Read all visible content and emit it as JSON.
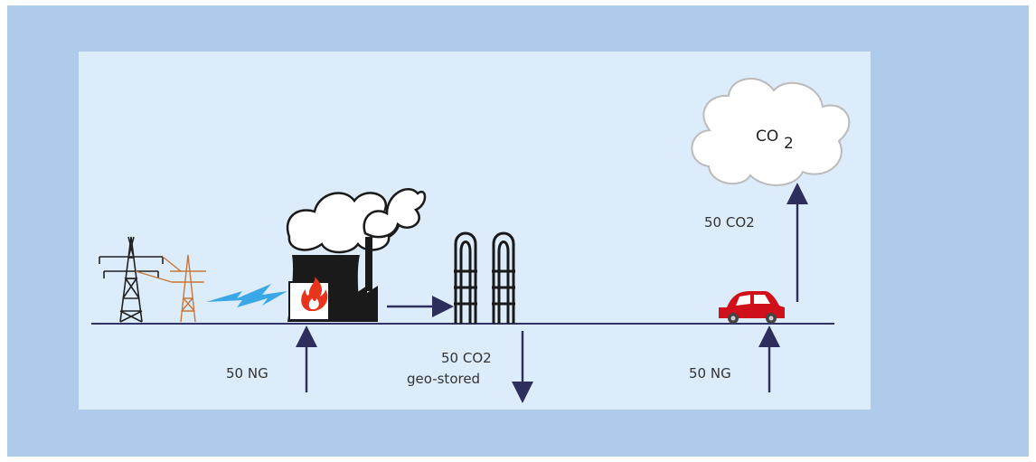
{
  "labels": {
    "plant_input": "50 NG",
    "stored_line1": "50 CO2",
    "stored_line2": "geo-stored",
    "car_input": "50 NG",
    "car_emission": "50 CO2",
    "cloud": "CO",
    "cloud_subscript": "2"
  },
  "colors": {
    "frame": "#aecbeb",
    "panel": "#dcecfa",
    "ground_line": "#333366",
    "arrow": "#2e2e5c",
    "car": "#d0101a",
    "lightning": "#3aa8e6"
  },
  "icons": [
    "transmission-tower-icon",
    "lightning-bolt-icon",
    "power-plant-icon",
    "flame-icon",
    "co2-capture-columns-icon",
    "car-icon",
    "co2-cloud-icon"
  ]
}
